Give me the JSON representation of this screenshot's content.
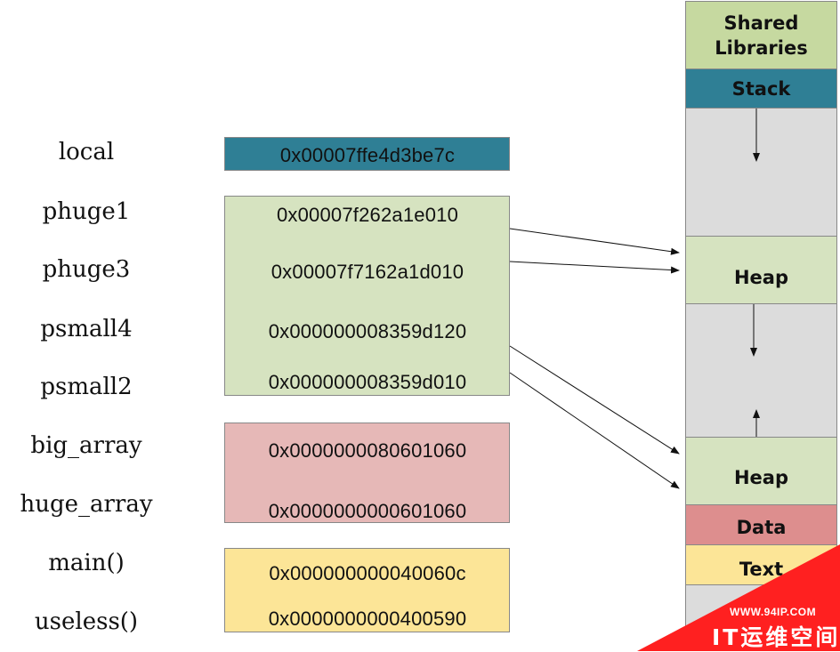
{
  "variables": [
    {
      "name": "local",
      "address": "0x00007ffe4d3be7c"
    },
    {
      "name": "phuge1",
      "address": "0x00007f262a1e010"
    },
    {
      "name": "phuge3",
      "address": "0x00007f7162a1d010"
    },
    {
      "name": "psmall4",
      "address": "0x000000008359d120"
    },
    {
      "name": "psmall2",
      "address": "0x000000008359d010"
    },
    {
      "name": "big_array",
      "address": "0x0000000080601060"
    },
    {
      "name": "huge_array",
      "address": "0x0000000000601060"
    },
    {
      "name": "main()",
      "address": "0x000000000040060c"
    },
    {
      "name": "useless()",
      "address": "0x0000000000400590"
    }
  ],
  "segments": {
    "shared": "Shared\nLibraries",
    "stack": "Stack",
    "heap_upper": "Heap",
    "heap_lower": "Heap",
    "data": "Data",
    "text": "Text"
  },
  "colors": {
    "stack": "#2f7f95",
    "heap": "#d6e3c0",
    "shared": "#c6d9a0",
    "data": "#dd8e8e",
    "data_box": "#e6b8b7",
    "text": "#fce597",
    "gap": "#dcdcdc",
    "watermark": "#ff2020"
  },
  "watermark": {
    "url": "WWW.94IP.COM",
    "name": "IT运维空间"
  }
}
